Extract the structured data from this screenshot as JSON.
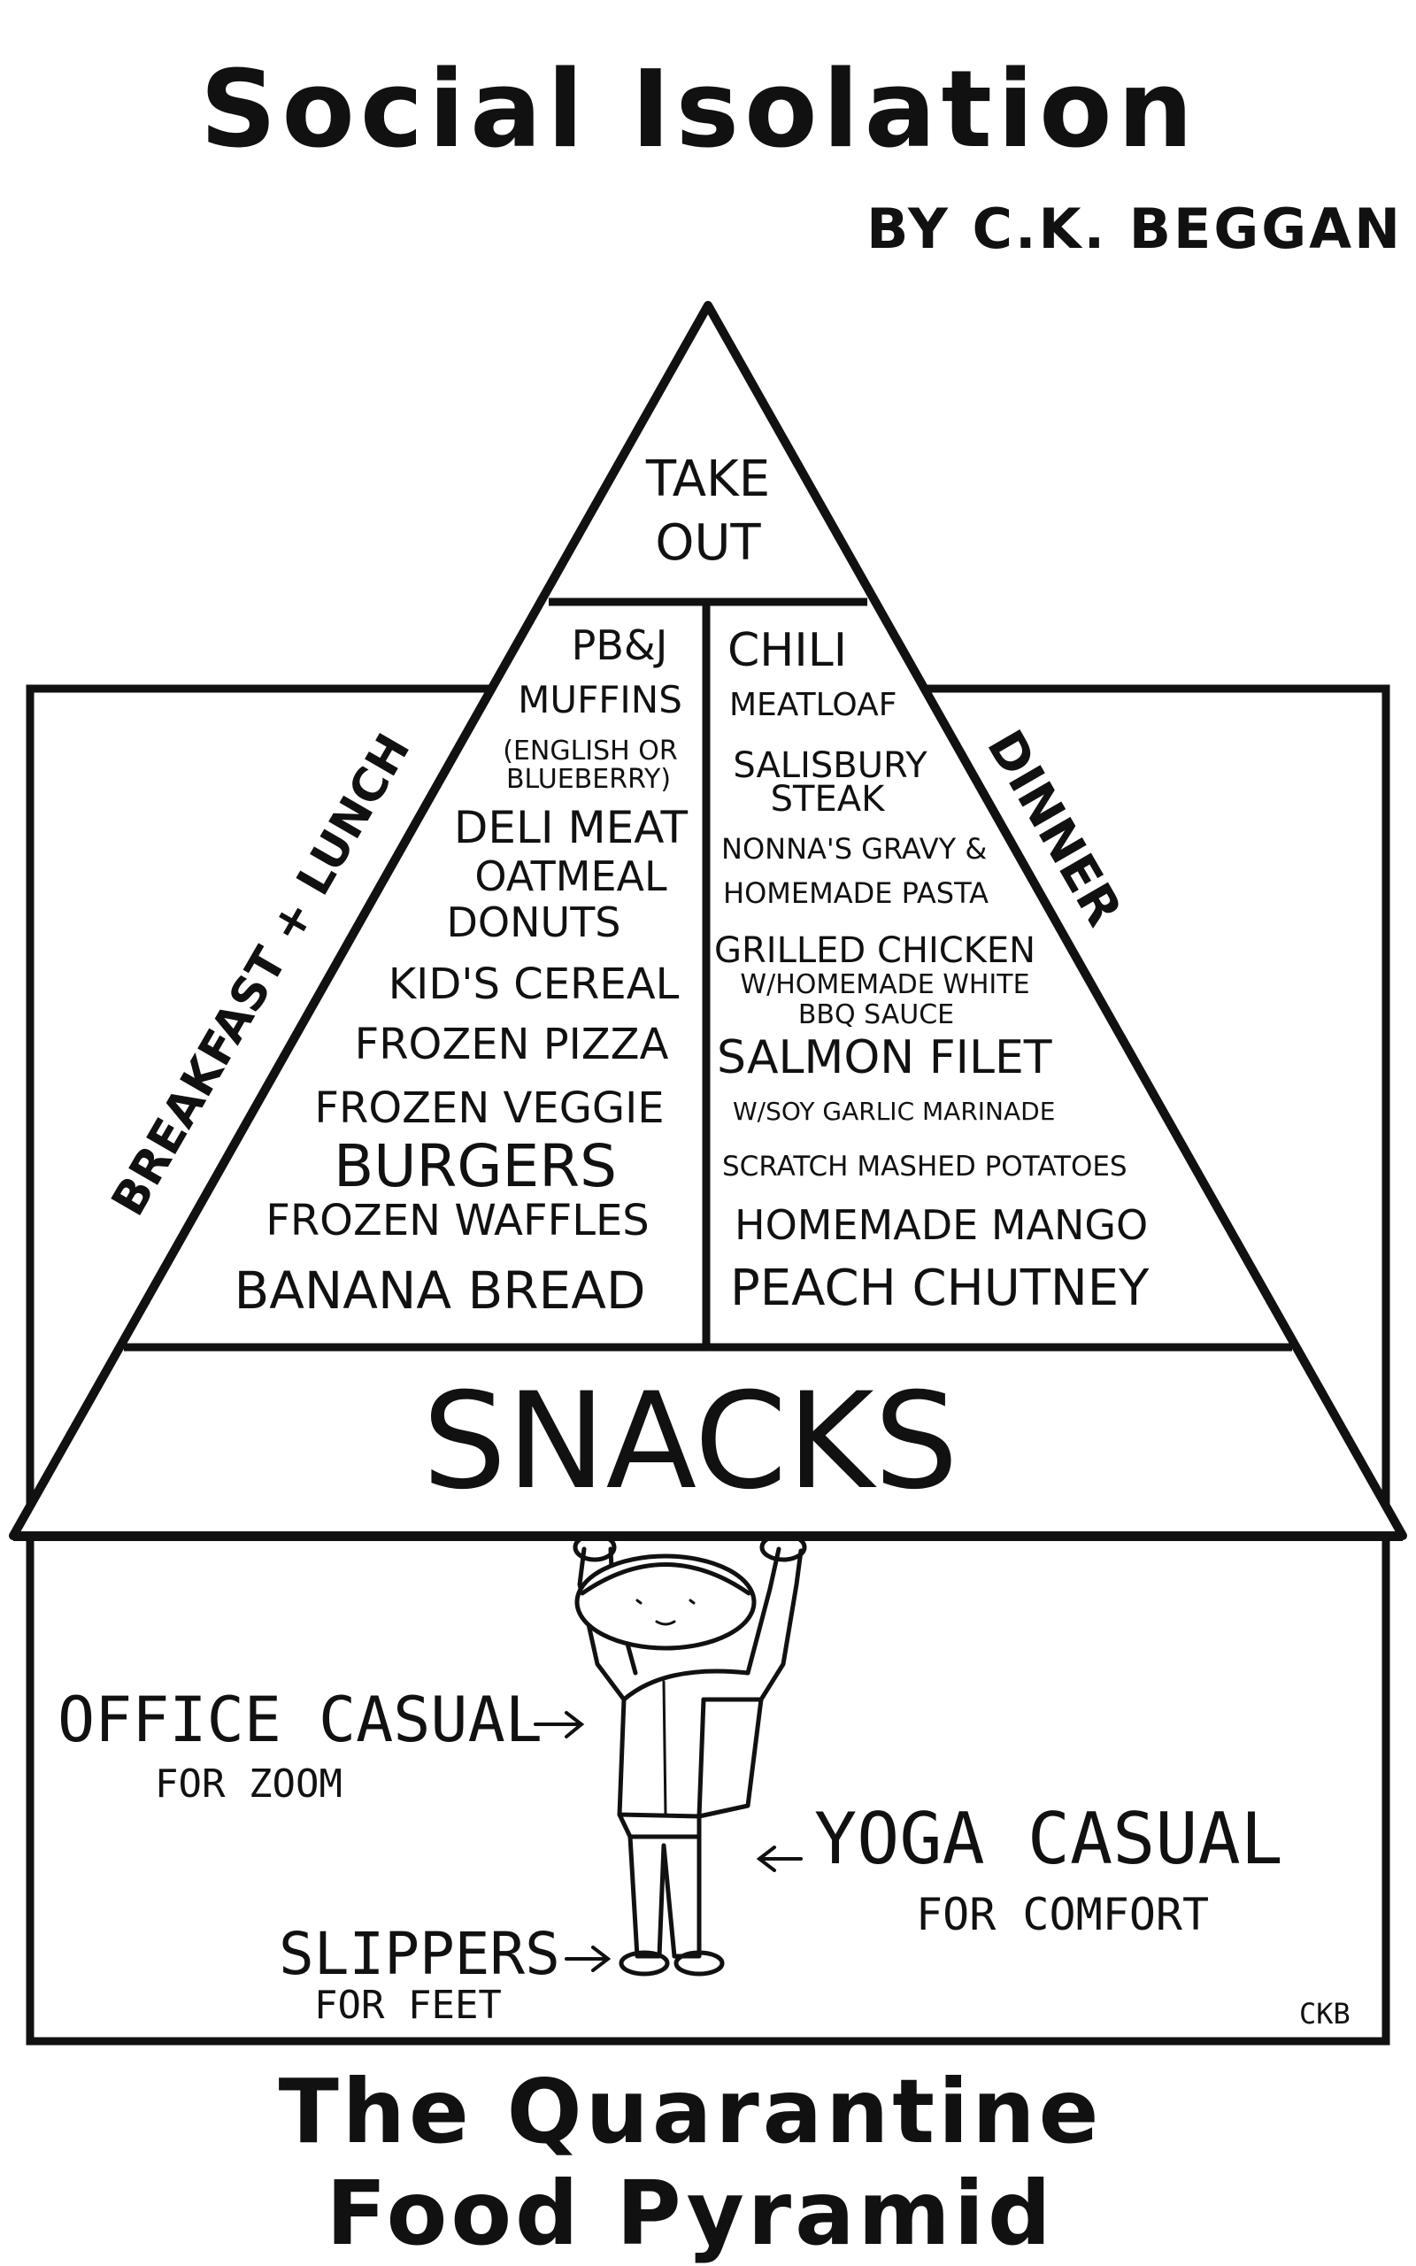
{
  "header": {
    "title": "Social Isolation",
    "byline": "BY C.K. BEGGAN"
  },
  "pyramid": {
    "top": [
      "TAKE",
      "OUT"
    ],
    "left_label": "BREAKFAST + LUNCH",
    "right_label": "DINNER",
    "breakfast_lunch": [
      "PB&J",
      "MUFFINS",
      "(ENGLISH OR",
      "BLUEBERRY)",
      "DELI MEAT",
      "OATMEAL",
      "DONUTS",
      "KID'S CEREAL",
      "FROZEN PIZZA",
      "FROZEN VEGGIE",
      "BURGERS",
      "FROZEN WAFFLES",
      "BANANA BREAD"
    ],
    "dinner": [
      "CHILI",
      "MEATLOAF",
      "SALISBURY",
      "STEAK",
      "NONNA'S GRAVY &",
      "HOMEMADE PASTA",
      "GRILLED CHICKEN",
      "W/HOMEMADE WHITE",
      "BBQ SAUCE",
      "SALMON FILET",
      "W/SOY GARLIC MARINADE",
      "SCRATCH MASHED POTATOES",
      "HOMEMADE MANGO",
      "PEACH CHUTNEY"
    ],
    "base": "SNACKS"
  },
  "figure": {
    "office": "OFFICE CASUAL",
    "office_sub": "FOR ZOOM",
    "yoga": "YOGA CASUAL",
    "yoga_sub": "FOR COMFORT",
    "slippers": "SLIPPERS",
    "slippers_sub": "FOR FEET",
    "signature": "CKB"
  },
  "footer": {
    "line1": "The Quarantine",
    "line2": "Food Pyramid"
  }
}
